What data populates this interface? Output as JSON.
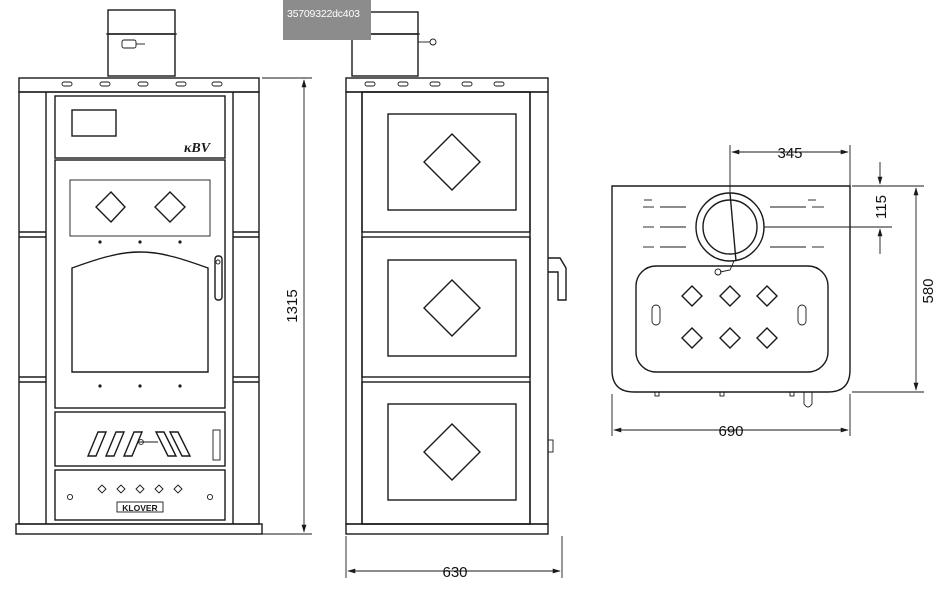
{
  "watermark": {
    "text": "35709322dc403"
  },
  "front_view": {
    "brand_badge": "KLOVER",
    "model_logo": "κBV"
  },
  "dimensions": {
    "height": "1315",
    "width": "630",
    "top_depth": "690",
    "top_side": "580",
    "flue_offset_x": "345",
    "flue_offset_y": "115"
  },
  "colors": {
    "line": "#1a1a1a",
    "background": "#ffffff",
    "tag": "#8c8c8c"
  }
}
